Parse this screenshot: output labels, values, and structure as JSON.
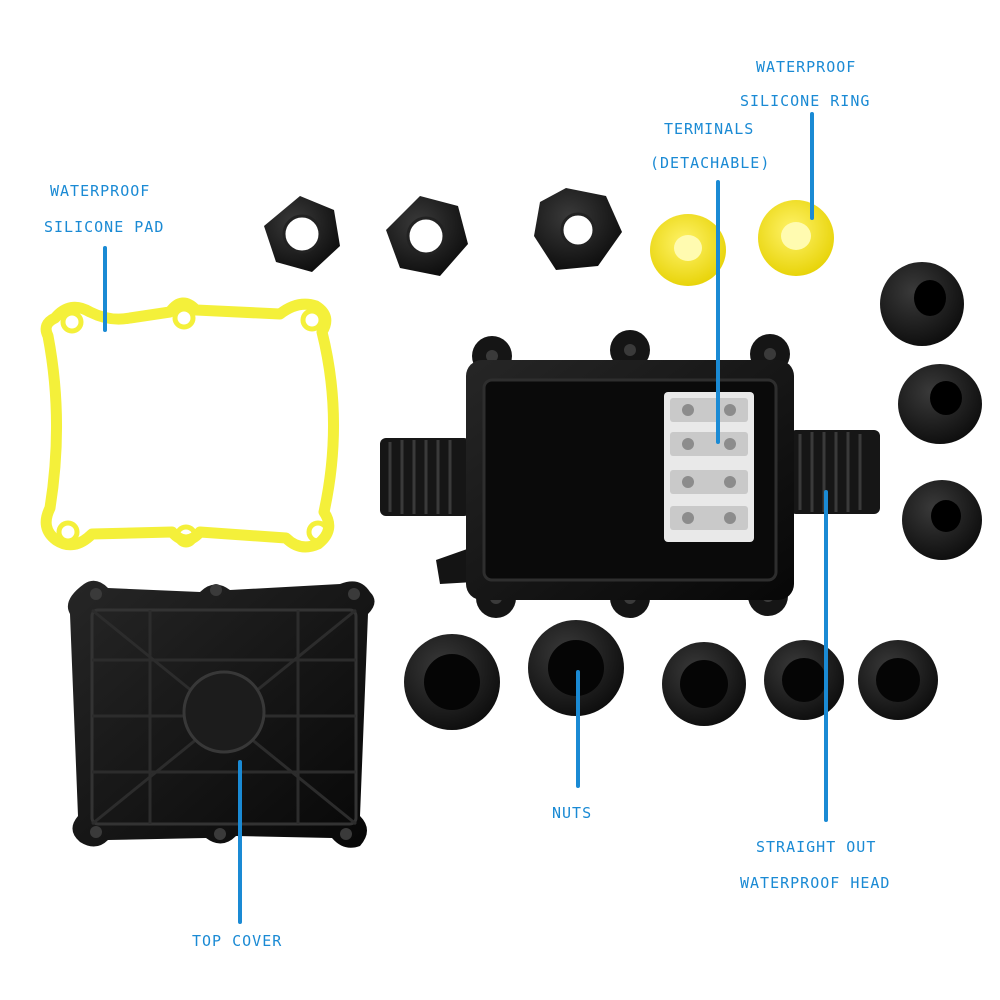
{
  "labels": {
    "silicone_pad": [
      "WATERPROOF",
      "SILICONE PAD"
    ],
    "silicone_ring": [
      "WATERPROOF",
      "SILICONE RING"
    ],
    "terminals": [
      "TERMINALS",
      "(DETACHABLE)"
    ],
    "nuts": "NUTS",
    "straight_out_head": [
      "STRAIGHT OUT",
      "WATERPROOF HEAD"
    ],
    "top_cover": "TOP COVER"
  },
  "colors": {
    "label_blue": "#1a8ad4",
    "pad_yellow": "#f4f03a",
    "ring_yellow": "#f2e414",
    "plastic_black": "#141414",
    "terminal_white": "#e9e9e9"
  }
}
